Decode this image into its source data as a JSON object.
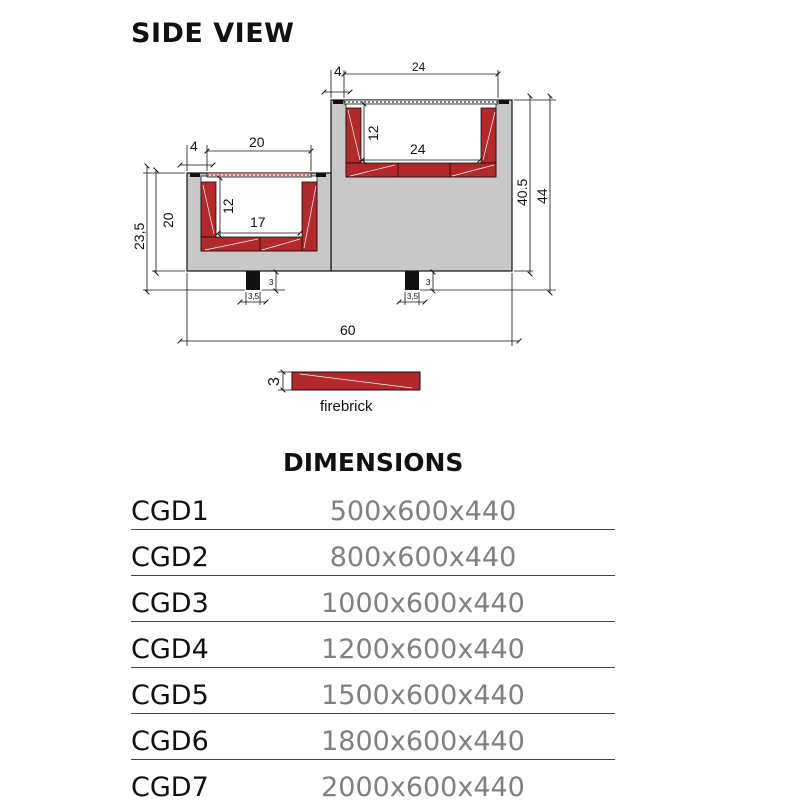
{
  "title": "SIDE VIEW",
  "drawing": {
    "small_box": {
      "wall_label": "4",
      "top_width_label": "20",
      "inner_depth_label": "12",
      "inner_width_label": "17",
      "outer_height_label": "20",
      "overall_height_label": "23,5"
    },
    "large_box": {
      "wall_label": "4",
      "top_width_label": "24",
      "inner_depth_label": "12",
      "inner_width_label": "24",
      "body_height_label": "40.5",
      "overall_height_label": "44"
    },
    "feet": {
      "foot_width_label": "3,5",
      "foot_height_label": "3"
    },
    "overall_width_label": "60"
  },
  "legend": {
    "thickness_label": "3",
    "label": "firebrick"
  },
  "colors": {
    "firebrick": "#b3282a",
    "body": "#c8c8c8",
    "outline": "#111111"
  },
  "dimensions": {
    "heading": "DIMENSIONS",
    "rows": [
      {
        "model": "CGD1",
        "size": "500x600x440"
      },
      {
        "model": "CGD2",
        "size": "800x600x440"
      },
      {
        "model": "CGD3",
        "size": "1000x600x440"
      },
      {
        "model": "CGD4",
        "size": "1200x600x440"
      },
      {
        "model": "CGD5",
        "size": "1500x600x440"
      },
      {
        "model": "CGD6",
        "size": "1800x600x440"
      },
      {
        "model": "CGD7",
        "size": "2000x600x440"
      }
    ]
  }
}
